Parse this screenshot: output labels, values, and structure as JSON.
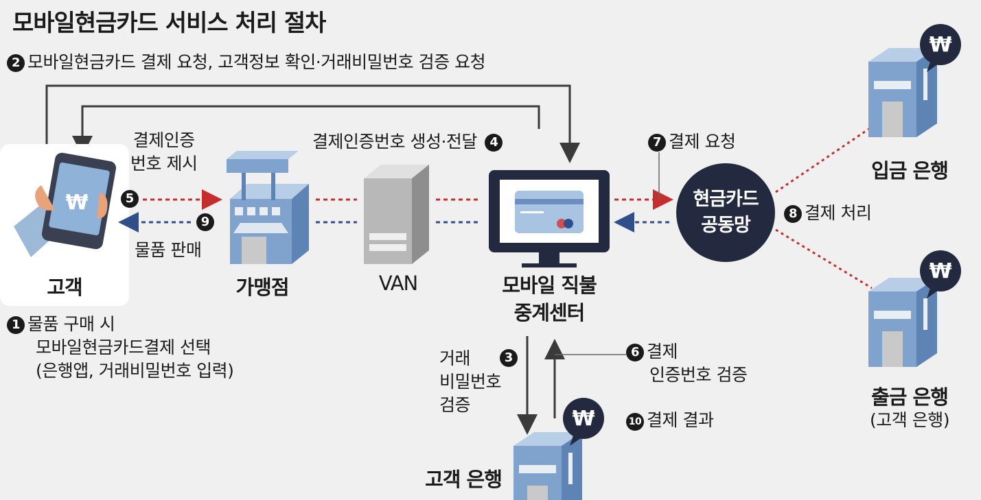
{
  "title": "모바일현금카드 서비스 처리 절차",
  "nodes": {
    "customer": "고객",
    "merchant": "가맹점",
    "van": "VAN",
    "center_line1": "모바일 직불",
    "center_line2": "중계센터",
    "network_line1": "현금카드",
    "network_line2": "공동망",
    "deposit_bank": "입금 은행",
    "withdraw_bank": "출금 은행",
    "withdraw_bank_sub": "(고객 은행)",
    "customer_bank": "고객 은행"
  },
  "steps": {
    "s1": {
      "num": "1",
      "lines": [
        "물품 구매 시",
        "모바일현금카드결제 선택",
        "(은행앱, 거래비밀번호 입력)"
      ]
    },
    "s2": {
      "num": "2",
      "text": "모바일현금카드 결제 요청, 고객정보 확인·거래비밀번호 검증 요청"
    },
    "s3": {
      "num": "3",
      "lines": [
        "거래",
        "비밀번호",
        "검증"
      ]
    },
    "s4": {
      "num": "4",
      "text": "결제인증번호 생성·전달"
    },
    "s5": {
      "num": "5",
      "lines": [
        "결제인증",
        "번호 제시"
      ]
    },
    "s6": {
      "num": "6",
      "lines": [
        "결제",
        "인증번호 검증"
      ]
    },
    "s7": {
      "num": "7",
      "text": "결제 요청"
    },
    "s8": {
      "num": "8",
      "text": "결제 처리"
    },
    "s9": {
      "num": "9",
      "text": "물품 판매"
    },
    "s10": {
      "num": "10",
      "text": "결제 결과"
    }
  },
  "icons": {
    "won_symbol": "₩",
    "phone_symbol": "₩"
  },
  "colors": {
    "red_flow": "#c62d2d",
    "blue_flow": "#2f4f8a",
    "building_blue": "#7fa3cc",
    "dark_navy": "#232a3f",
    "background": "#f0f0f0"
  }
}
